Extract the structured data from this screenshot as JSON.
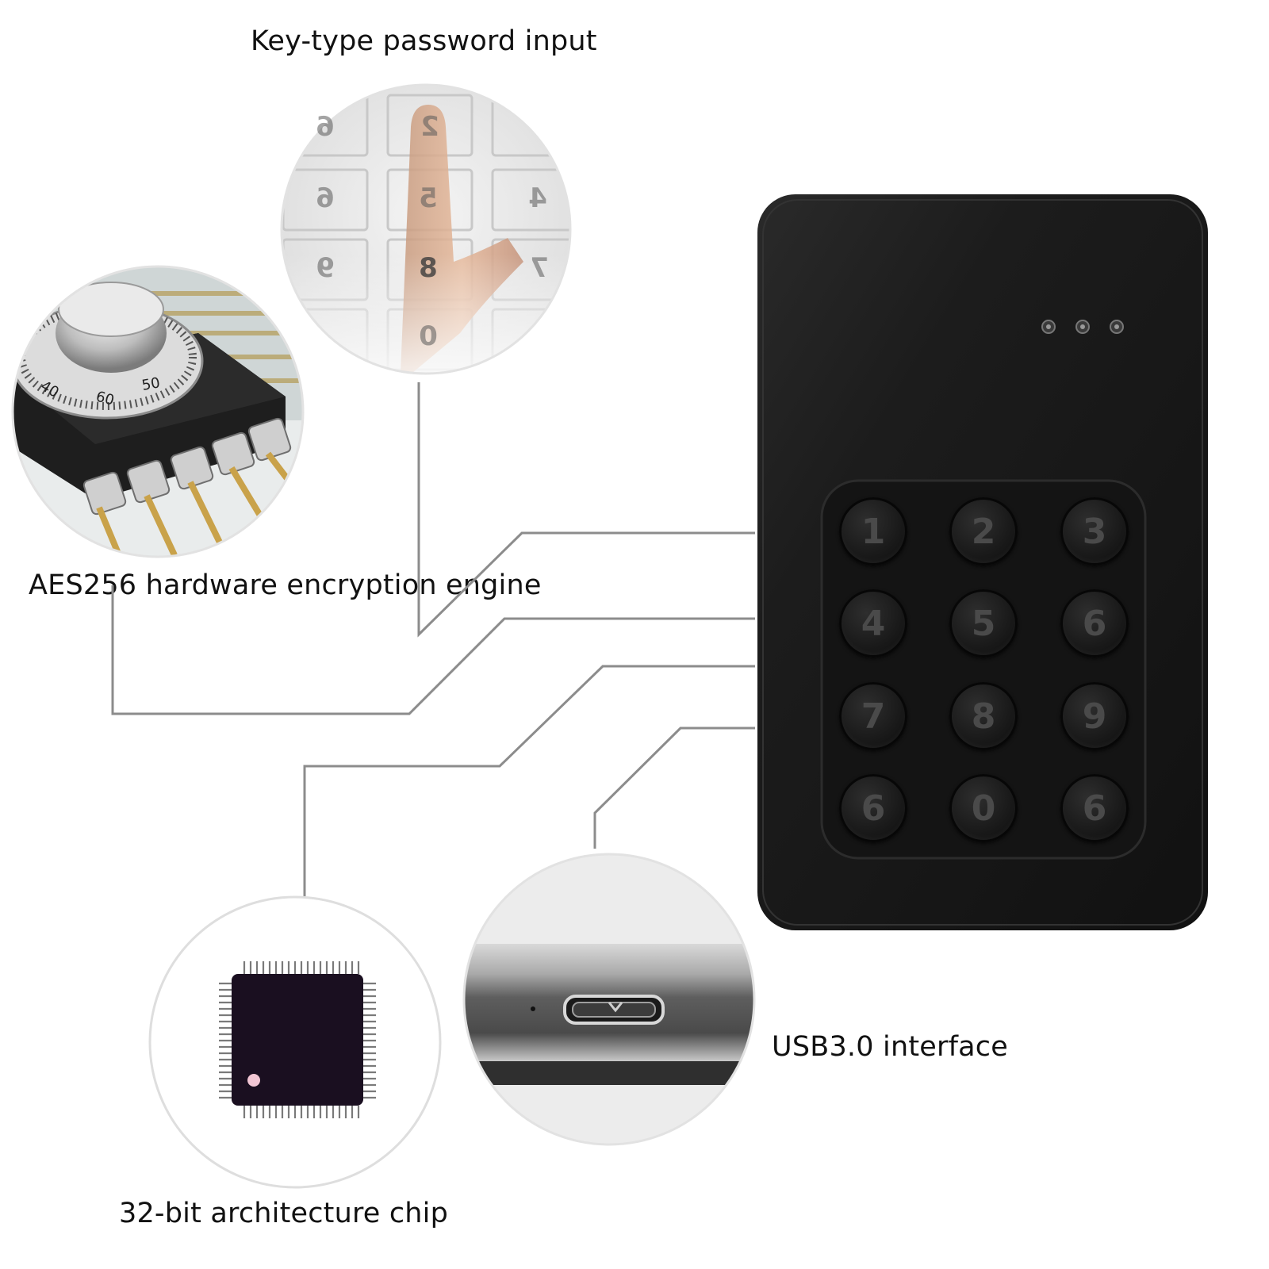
{
  "labels": {
    "keypad": "Key-type password input",
    "aes": "AES256 hardware encryption engine",
    "chip": "32-bit architecture chip",
    "usb": "USB3.0 interface"
  },
  "device": {
    "keys": [
      "1",
      "2",
      "3",
      "4",
      "5",
      "6",
      "7",
      "8",
      "9",
      "6",
      "0",
      "6"
    ],
    "indicator_count": 3,
    "color": "#1b1b1b"
  },
  "touch_keypad": {
    "keys": [
      "6",
      "2",
      "6",
      "5",
      "4",
      "9",
      "8",
      "7",
      "0"
    ]
  }
}
